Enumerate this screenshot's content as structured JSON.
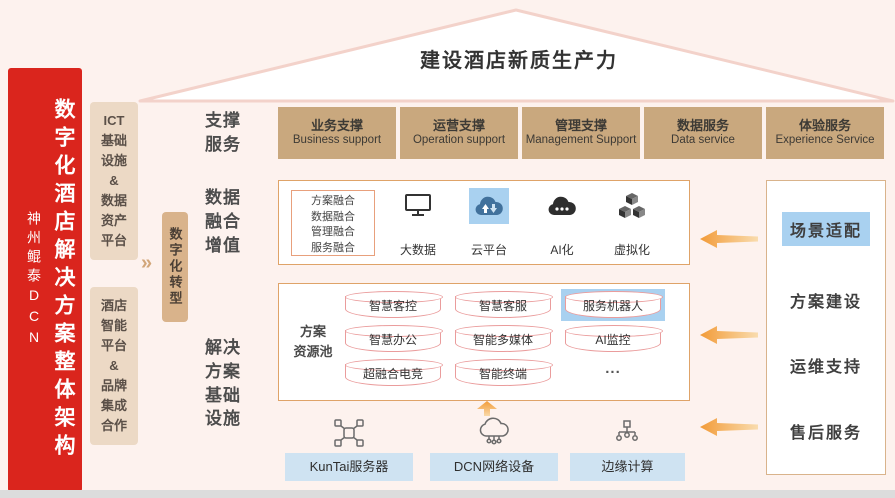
{
  "colors": {
    "banner_red": "#da251d",
    "support_tan": "#c9a87e",
    "platform_tan": "#ecd9c5",
    "tab_tan": "#d9b38b",
    "highlight_blue": "#a9d1f0",
    "hardware_blue": "#cfe3f2",
    "arrow_orange": "#f29b38",
    "cylinder_border": "#ea9c9c",
    "frame_border": "#dfa368"
  },
  "roof": {
    "title": "建设酒店新质生产力"
  },
  "banner": {
    "title": "数字化酒店解决方案整体架构",
    "brand": "神州鲲泰DCN"
  },
  "side_platforms": {
    "ict": "ICT\n基础\n设施\n&\n数据\n资产\n平台",
    "hotel": "酒店\n智能\n平台\n&\n品牌\n集成\n合作"
  },
  "transform_tab": "数字化转型",
  "sections": {
    "support": {
      "label": "支撑\n服务",
      "items": [
        {
          "zh": "业务支撑",
          "en": "Business support"
        },
        {
          "zh": "运营支撑",
          "en": "Operation support"
        },
        {
          "zh": "管理支撑",
          "en": "Management Support"
        },
        {
          "zh": "数据服务",
          "en": "Data service"
        },
        {
          "zh": "体验服务",
          "en": "Experience Service"
        }
      ]
    },
    "fusion": {
      "label": "数据\n融合\n增值",
      "fusion_list": "方案融合\n数据融合\n管理融合\n服务融合",
      "icons": [
        {
          "label": "大数据",
          "icon": "monitor-icon"
        },
        {
          "label": "云平台",
          "icon": "cloud-sync-icon",
          "highlight": true
        },
        {
          "label": "AI化",
          "icon": "ai-cloud-icon"
        },
        {
          "label": "虚拟化",
          "icon": "cubes-icon"
        }
      ]
    },
    "infra": {
      "label": "解决\n方案\n基础\n设施",
      "pool_label": "方案\n资源池",
      "pool_items": [
        {
          "label": "智慧客控"
        },
        {
          "label": "智慧客服"
        },
        {
          "label": "服务机器人",
          "highlight": true
        },
        {
          "label": "智慧办公"
        },
        {
          "label": "智能多媒体"
        },
        {
          "label": "AI监控"
        },
        {
          "label": "超融合电竞"
        },
        {
          "label": "智能终端"
        },
        {
          "label": "..."
        }
      ],
      "hardware": [
        {
          "label": "KunTai服务器",
          "icon": "server-chip-icon"
        },
        {
          "label": "DCN网络设备",
          "icon": "network-cloud-icon"
        },
        {
          "label": "边缘计算",
          "icon": "edge-computing-icon"
        }
      ]
    },
    "right_services": {
      "items": [
        {
          "label": "场景适配",
          "highlight": true
        },
        {
          "label": "方案建设"
        },
        {
          "label": "运维支持"
        },
        {
          "label": "售后服务"
        }
      ]
    }
  }
}
